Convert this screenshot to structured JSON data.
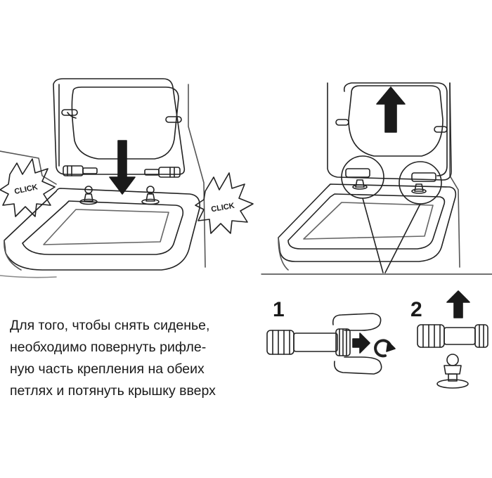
{
  "labels": {
    "click_left": "CLICK",
    "click_right": "CLICK"
  },
  "steps": [
    {
      "number": "1"
    },
    {
      "number": "2"
    }
  ],
  "instruction_lines": [
    "Для того, чтобы снять сиденье,",
    "необходимо  повернуть рифле-",
    "ную часть крепления на обеих",
    "петлях и потянуть крышку вверх"
  ]
}
